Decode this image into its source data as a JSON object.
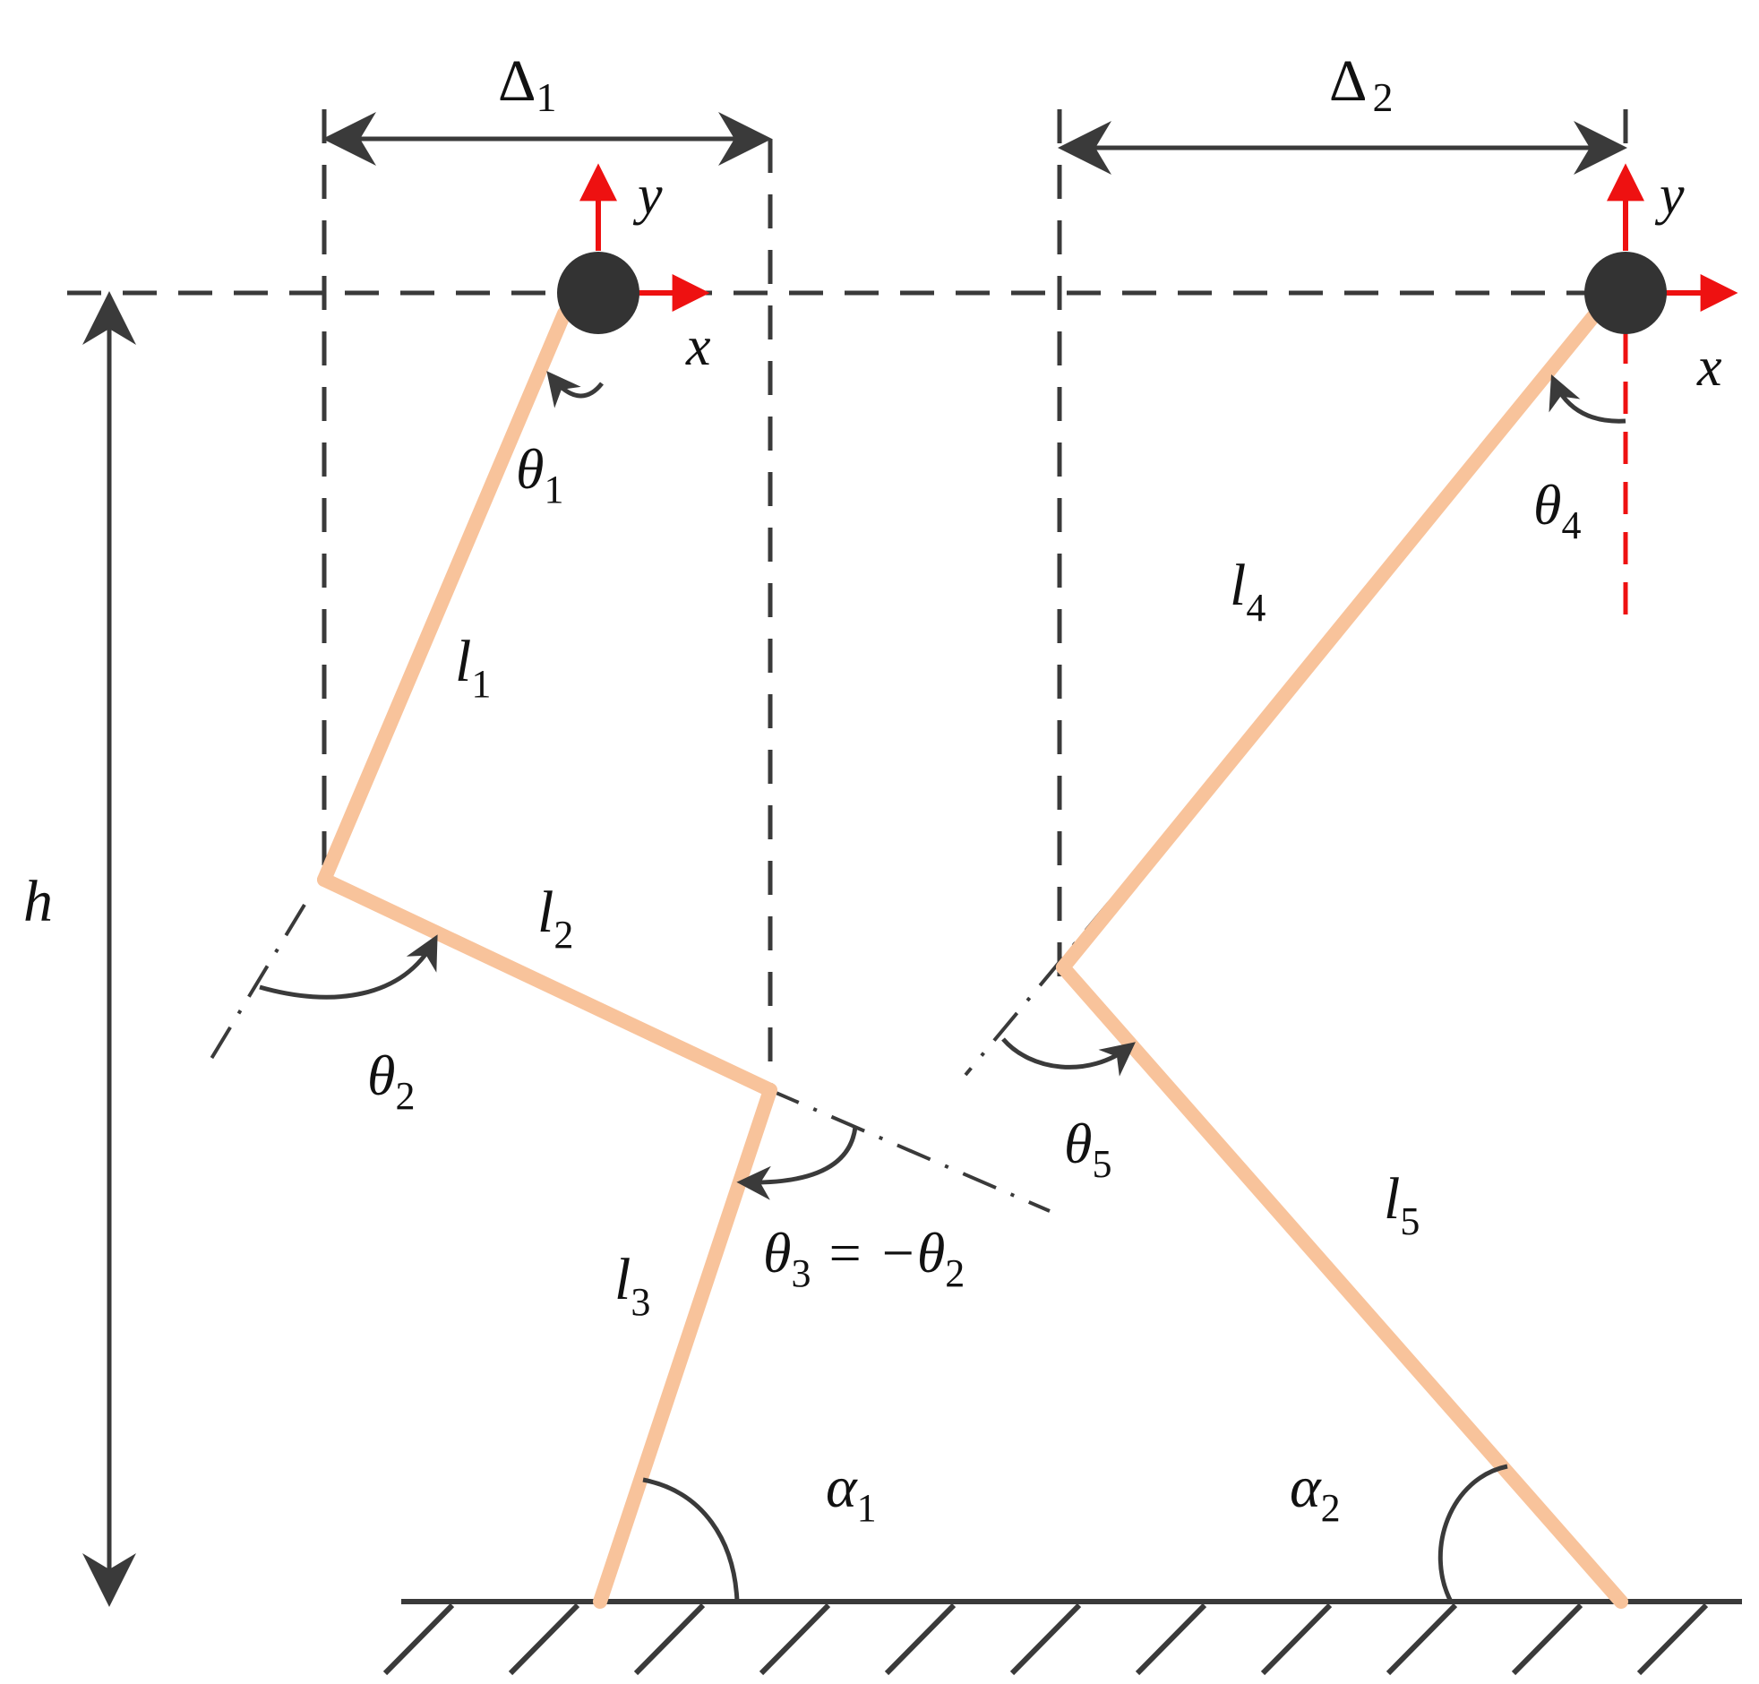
{
  "labels": {
    "delta1": {
      "sym": "Δ",
      "sub": "1"
    },
    "delta2": {
      "sym": "Δ",
      "sub": "2"
    },
    "h": "h",
    "y_left": "y",
    "x_left": "x",
    "y_right": "y",
    "x_right": "x",
    "theta1": {
      "sym": "θ",
      "sub": "1"
    },
    "theta2": {
      "sym": "θ",
      "sub": "2"
    },
    "theta3": {
      "sym": "θ",
      "sub": "3",
      "rest": " = −θ",
      "rest_sub": "2"
    },
    "theta4": {
      "sym": "θ",
      "sub": "4"
    },
    "theta5": {
      "sym": "θ",
      "sub": "5"
    },
    "l1": {
      "sym": "l",
      "sub": "1"
    },
    "l2": {
      "sym": "l",
      "sub": "2"
    },
    "l3": {
      "sym": "l",
      "sub": "3"
    },
    "l4": {
      "sym": "l",
      "sub": "4"
    },
    "l5": {
      "sym": "l",
      "sub": "5"
    },
    "alpha1": {
      "sym": "α",
      "sub": "1"
    },
    "alpha2": {
      "sym": "α",
      "sub": "2"
    }
  },
  "colors": {
    "link": "#f8c39b",
    "axis": "#ee1111",
    "line": "#3a3a3a",
    "joint": "#333333"
  }
}
